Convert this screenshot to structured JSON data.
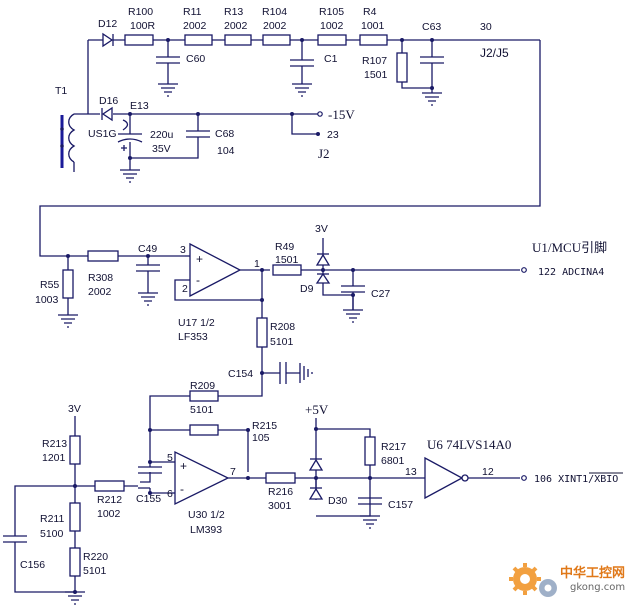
{
  "parts": {
    "D12": "D12",
    "R100": "R100",
    "R100v": "100R",
    "R11": "R11",
    "R11v": "2002",
    "R13": "R13",
    "R13v": "2002",
    "R104": "R104",
    "R104v": "2002",
    "R105": "R105",
    "R105v": "1002",
    "R4": "R4",
    "R4v": "1001",
    "C63": "C63",
    "n30": "30",
    "J2J5": "J2/J5",
    "C60": "C60",
    "C1": "C1",
    "R107": "R107",
    "R107v": "1501",
    "T1": "T1",
    "D16": "D16",
    "E13": "E13",
    "US1G": "US1G",
    "E13v": "220u",
    "E13v2": "35V",
    "C68": "C68",
    "C68v": "104",
    "neg15": "-15V",
    "n23": "23",
    "J2": "J2",
    "n3V_1": "3V",
    "R49": "R49",
    "R49v": "1501",
    "D9": "D9",
    "C27": "C27",
    "C49": "C49",
    "R308": "R308",
    "R308v": "2002",
    "R55": "R55",
    "R55v": "1003",
    "p3": "3",
    "p2": "2",
    "p1": "1",
    "U17": "U17 1/2",
    "LF353": "LF353",
    "R208": "R208",
    "R208v": "5101",
    "C154": "C154",
    "mcu": "U1/MCU引脚",
    "adcin": "122 ADCINA4",
    "R209": "R209",
    "R209v": "5101",
    "R215": "R215",
    "R215v": "105",
    "n5V": "+5V",
    "R217": "R217",
    "R217v": "6801",
    "U6": "U6 74LVS14A0",
    "n3V_2": "3V",
    "R213": "R213",
    "R213v": "1201",
    "p5": "5",
    "p6": "6",
    "p7": "7",
    "p13": "13",
    "p12": "12",
    "R212": "R212",
    "R212v": "1002",
    "C155": "C155",
    "U30": "U30 1/2",
    "LM393": "LM393",
    "R216": "R216",
    "R216v": "3001",
    "D30": "D30",
    "C157": "C157",
    "xint": "106 XINT1/XBIO",
    "R211": "R211",
    "R211v": "5100",
    "R220": "R220",
    "R220v": "5101",
    "C156": "C156"
  },
  "watermark": {
    "brand": "中华工控网",
    "url": "gkong.com",
    "color": "#e07818"
  }
}
